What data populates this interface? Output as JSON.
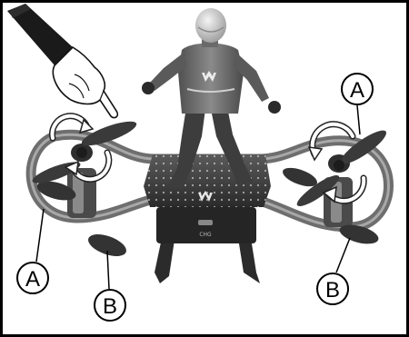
{
  "figure": {
    "callouts": [
      {
        "letter": "A"
      },
      {
        "letter": "A"
      },
      {
        "letter": "B"
      },
      {
        "letter": "B"
      }
    ],
    "body_label": "CHG",
    "colors": {
      "frame": "#000000",
      "drone_dark": "#3a3a3a",
      "drone_mid": "#7a7a7a",
      "drone_light": "#b5b5b5",
      "pilot": "#6b6b6b",
      "helmet": "#d9d9d9",
      "arrow": "#ffffff",
      "background": "#ffffff"
    },
    "icons": [
      "hand-pointer-icon",
      "rotation-arrow-icon",
      "brand-logo-icon"
    ]
  }
}
